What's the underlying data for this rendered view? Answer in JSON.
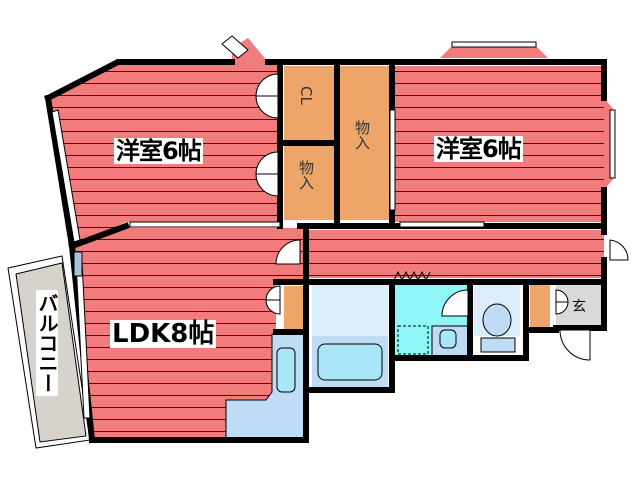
{
  "floorplan": {
    "rooms": {
      "western_room_left": {
        "label": "洋室6帖"
      },
      "western_room_right": {
        "label": "洋室6帖"
      },
      "ldk": {
        "label": "LDK8帖"
      },
      "closet": {
        "label": "CL"
      },
      "storage_left": {
        "label": "物入"
      },
      "storage_center": {
        "label": "物入"
      },
      "balcony": {
        "label": "バルコニー"
      },
      "entrance": {
        "label": "玄"
      }
    },
    "colors": {
      "room_floor": "#f27b7b",
      "floor_lines": "#2a1a1a",
      "storage": "#eea56a",
      "wet_area": "#bfdcf7",
      "washroom": "#8ef6f6",
      "bath_tub": "#a9e7f8",
      "entrance_tile": "#d9d9d9",
      "balcony": "#d8d2cc",
      "wall": "#000000"
    }
  }
}
